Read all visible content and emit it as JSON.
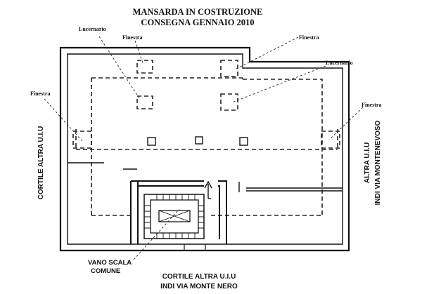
{
  "title": {
    "line1": "MANSARDA IN COSTRUZIONE",
    "line2": "CONSEGNA GENNAIO 2010"
  },
  "callouts": {
    "lucernario_left": "Lucernario",
    "finestra_top": "Finestra",
    "finestra_top_right": "Finestra",
    "lucernario_right": "Lucernario",
    "finestra_left": "Finestra",
    "finestra_right": "Finestra"
  },
  "sides": {
    "left": "CORTILE ALTRA U.I.U",
    "right_line1": "ALTRA U.I.U",
    "right_line2": "INDI VIA MONTENEVOSO",
    "bottom_line1": "CORTILE ALTRA U.I.U",
    "bottom_line2": "INDI VIA MONTE NERO"
  },
  "stair": {
    "line1": "VANO SCALA",
    "line2": "COMUNE"
  }
}
